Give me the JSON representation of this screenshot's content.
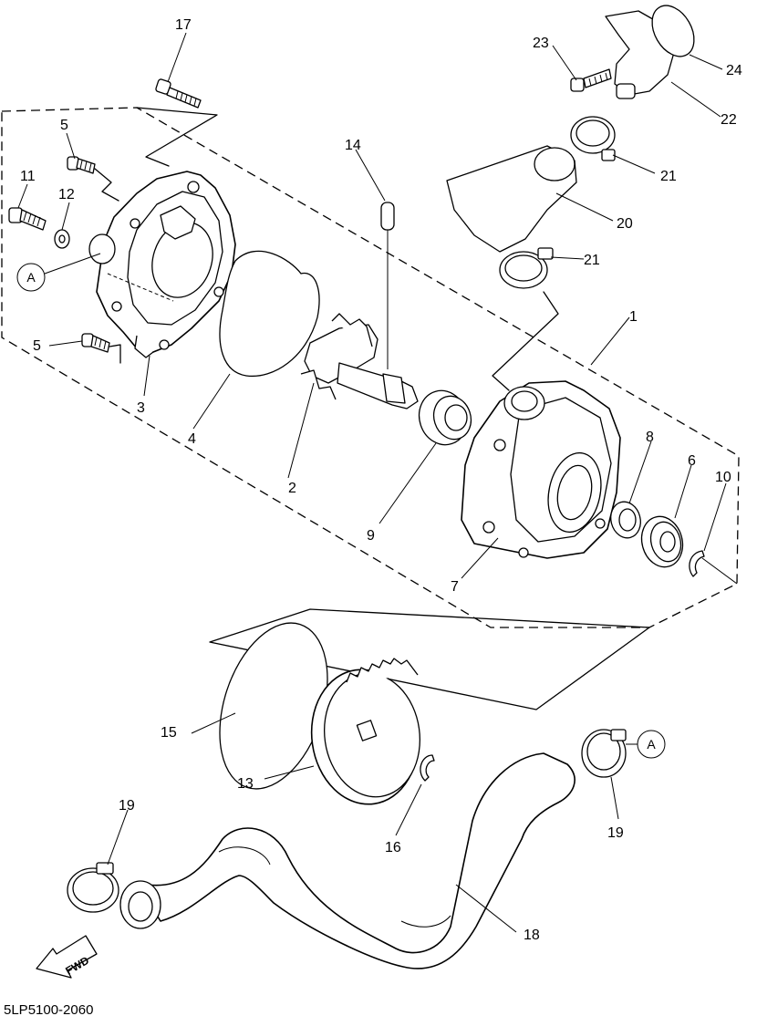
{
  "diagram": {
    "drawing_code": "5LP5100-2060",
    "direction_label": "FWD",
    "reference_marker": "A",
    "callouts": {
      "c1": "1",
      "c2": "2",
      "c3": "3",
      "c4": "4",
      "c5a": "5",
      "c5b": "5",
      "c6": "6",
      "c7": "7",
      "c8": "8",
      "c9": "9",
      "c10": "10",
      "c11": "11",
      "c12": "12",
      "c13": "13",
      "c14": "14",
      "c15": "15",
      "c16": "16",
      "c17": "17",
      "c18": "18",
      "c19a": "19",
      "c19b": "19",
      "c20": "20",
      "c21a": "21",
      "c21b": "21",
      "c22": "22",
      "c23": "23",
      "c24": "24"
    }
  }
}
